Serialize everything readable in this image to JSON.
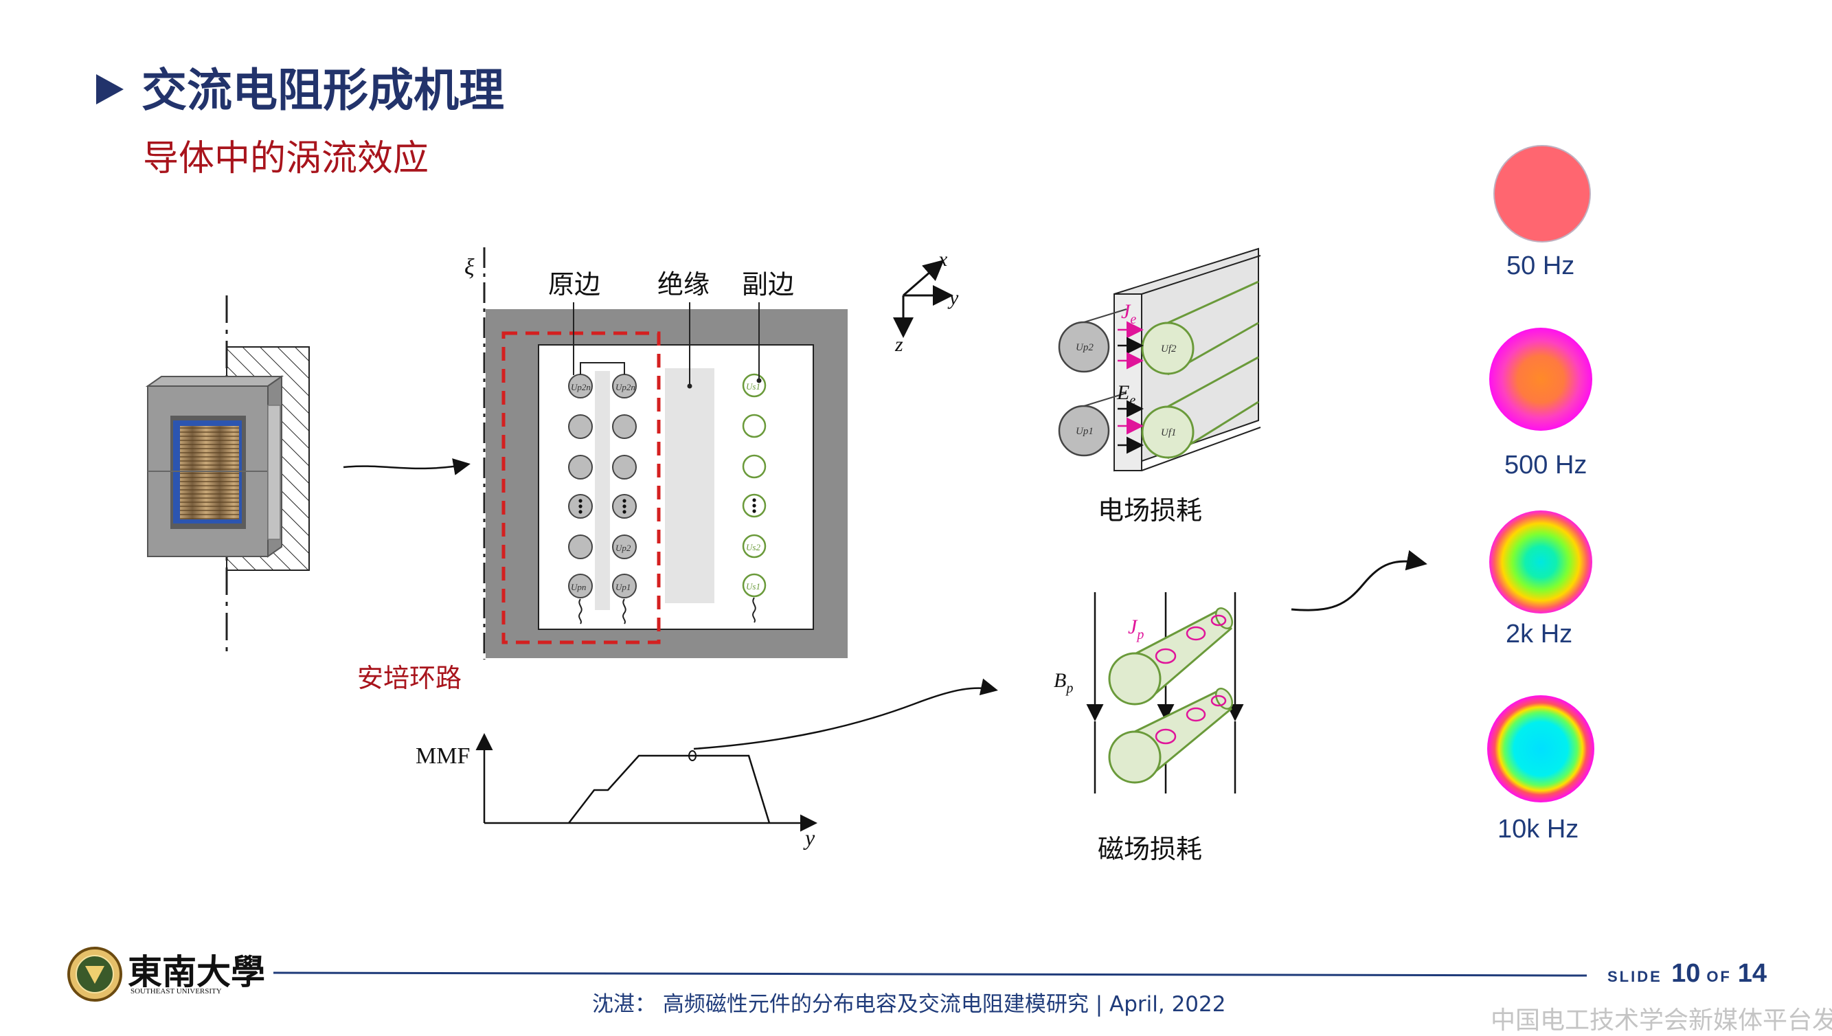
{
  "title": "交流电阻形成机理",
  "subtitle": "导体中的涡流效应",
  "labels": {
    "primary": "原边",
    "insulation": "绝缘",
    "secondary": "副边",
    "ampere_loop": "安培环路",
    "mmf": "MMF",
    "electric_loss": "电场损耗",
    "magnetic_loss": "磁场损耗",
    "axis_xi": "ξ",
    "axis_x": "x",
    "axis_y": "y",
    "axis_z": "z",
    "Je": "J",
    "Je_sub": "e",
    "Ee": "E",
    "Ee_sub": "e",
    "Jp": "J",
    "Jp_sub": "p",
    "Bp": "B",
    "Bp_sub": "p",
    "u_p2": "Up2",
    "u_p1": "Up1",
    "u_f2": "Uf2",
    "u_f1": "Uf1",
    "u_p2n": "Up2n",
    "u_p2n1": "Up2n",
    "u_s1": "Us1",
    "u_s2": "Us2",
    "u_pn": "Upn",
    "u_p_bot": "Up1"
  },
  "frequencies": [
    "50 Hz",
    "500 Hz",
    "2k Hz",
    "10k Hz"
  ],
  "colors": {
    "title": "#22336b",
    "subtitle": "#a8141c",
    "loop_dashed": "#d42020",
    "ampere_label": "#a8141c",
    "primary_conductor": "#c8c8c8",
    "secondary_conductor": "#6a9a3a",
    "magenta": "#e0149a"
  },
  "footer": {
    "university": "東南大學",
    "university_en": "SOUTHEAST UNIVERSITY",
    "text": "沈湛：  高频磁性元件的分布电容及交流电阻建模研究 | April, 2022",
    "slide_label": "SLIDE",
    "slide_current": "10",
    "slide_of": "OF",
    "slide_total": "14",
    "watermark": "中国电工技术学会新媒体平台发布"
  }
}
